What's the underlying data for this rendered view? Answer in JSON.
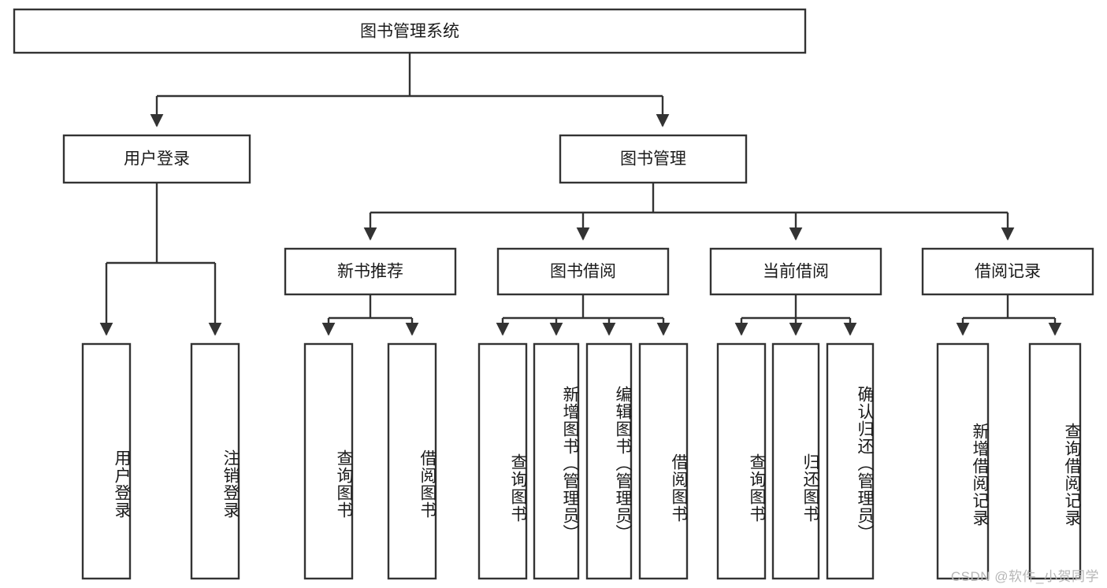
{
  "diagram": {
    "title": "图书管理系统",
    "type": "tree-hierarchy-chart",
    "watermark": "CSDN @软件_小贺同学",
    "root": {
      "label": "图书管理系统"
    },
    "level2": [
      {
        "label": "用户登录"
      },
      {
        "label": "图书管理"
      }
    ],
    "level3": [
      {
        "label": "新书推荐"
      },
      {
        "label": "图书借阅"
      },
      {
        "label": "当前借阅"
      },
      {
        "label": "借阅记录"
      }
    ],
    "leaves": {
      "user_login": [
        {
          "label": "用户登录"
        },
        {
          "label": "注销登录"
        }
      ],
      "new_book_recommend": [
        {
          "label": "查询图书"
        },
        {
          "label": "借阅图书"
        }
      ],
      "book_borrow": [
        {
          "label": "查询图书"
        },
        {
          "label": "新增图书（管理员）"
        },
        {
          "label": "编辑图书（管理员）"
        },
        {
          "label": "借阅图书"
        }
      ],
      "current_borrow": [
        {
          "label": "查询图书"
        },
        {
          "label": "归还图书"
        },
        {
          "label": "确认归还（管理员）"
        }
      ],
      "borrow_record": [
        {
          "label": "新增借阅记录"
        },
        {
          "label": "查询借阅记录"
        }
      ]
    },
    "colors": {
      "stroke": "#333333",
      "fill": "#ffffff",
      "text": "#1a1a1a",
      "watermark": "#b6b6b6"
    }
  }
}
